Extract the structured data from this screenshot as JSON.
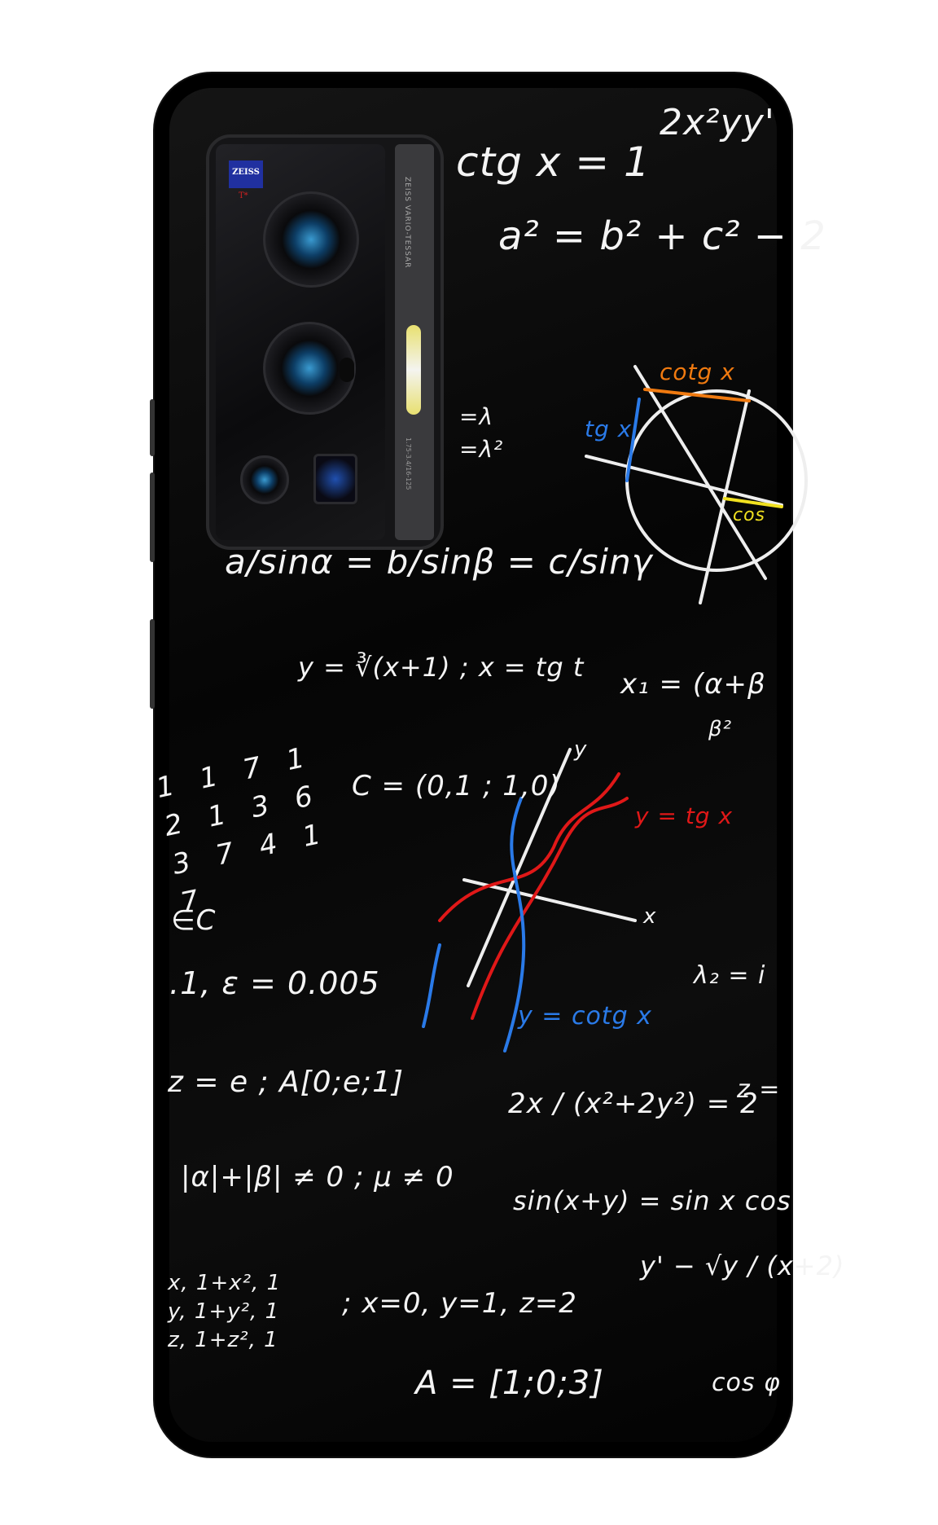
{
  "product": {
    "camera": {
      "brand_badge": "ZEISS",
      "badge_mark": "T*",
      "strip_label": "ZEISS VARIO-TESSAR",
      "strip_spec": "1.75-3.4/16-125"
    },
    "formulas": [
      "2x²yy'",
      "ctg x = 1",
      "a² = b² + c² − 2",
      "cotg x",
      "tg x",
      "cos",
      "a/sinα = b/sinβ = c/sinγ",
      "y = ∛(x+1) ; x = tg t",
      "x₁ = (α+β",
      "β²",
      "C = (0,1 ; 1,0)",
      "y = tg x",
      "y = cotg x",
      "x",
      "y",
      "∈C",
      ".1, ε = 0.005",
      "λ₂ = i",
      "z = e ; A[0;e;1]",
      "2x / (x²+2y²) = 2",
      "z =",
      "|α|+|β| ≠ 0 ; μ ≠ 0",
      "sin(x+y) = sin x cos",
      "y' − √y / (x+2)",
      "x, 1+x², 1",
      "y, 1+y², 1",
      "z, 1+z², 1",
      "; x=0, y=1, z=2",
      "A = [1;0;3]",
      "cos φ",
      "=λ",
      "=λ²",
      "1 1 7 1 2 1 3 6 3 7 4 1 7"
    ],
    "colors": {
      "case": "#000000",
      "chalk": "#f4f4f4",
      "red": "#e01818",
      "blue": "#2a7ae8",
      "orange": "#f07a10",
      "yellow": "#f0e020",
      "zeiss_blue": "#2030a0"
    }
  }
}
